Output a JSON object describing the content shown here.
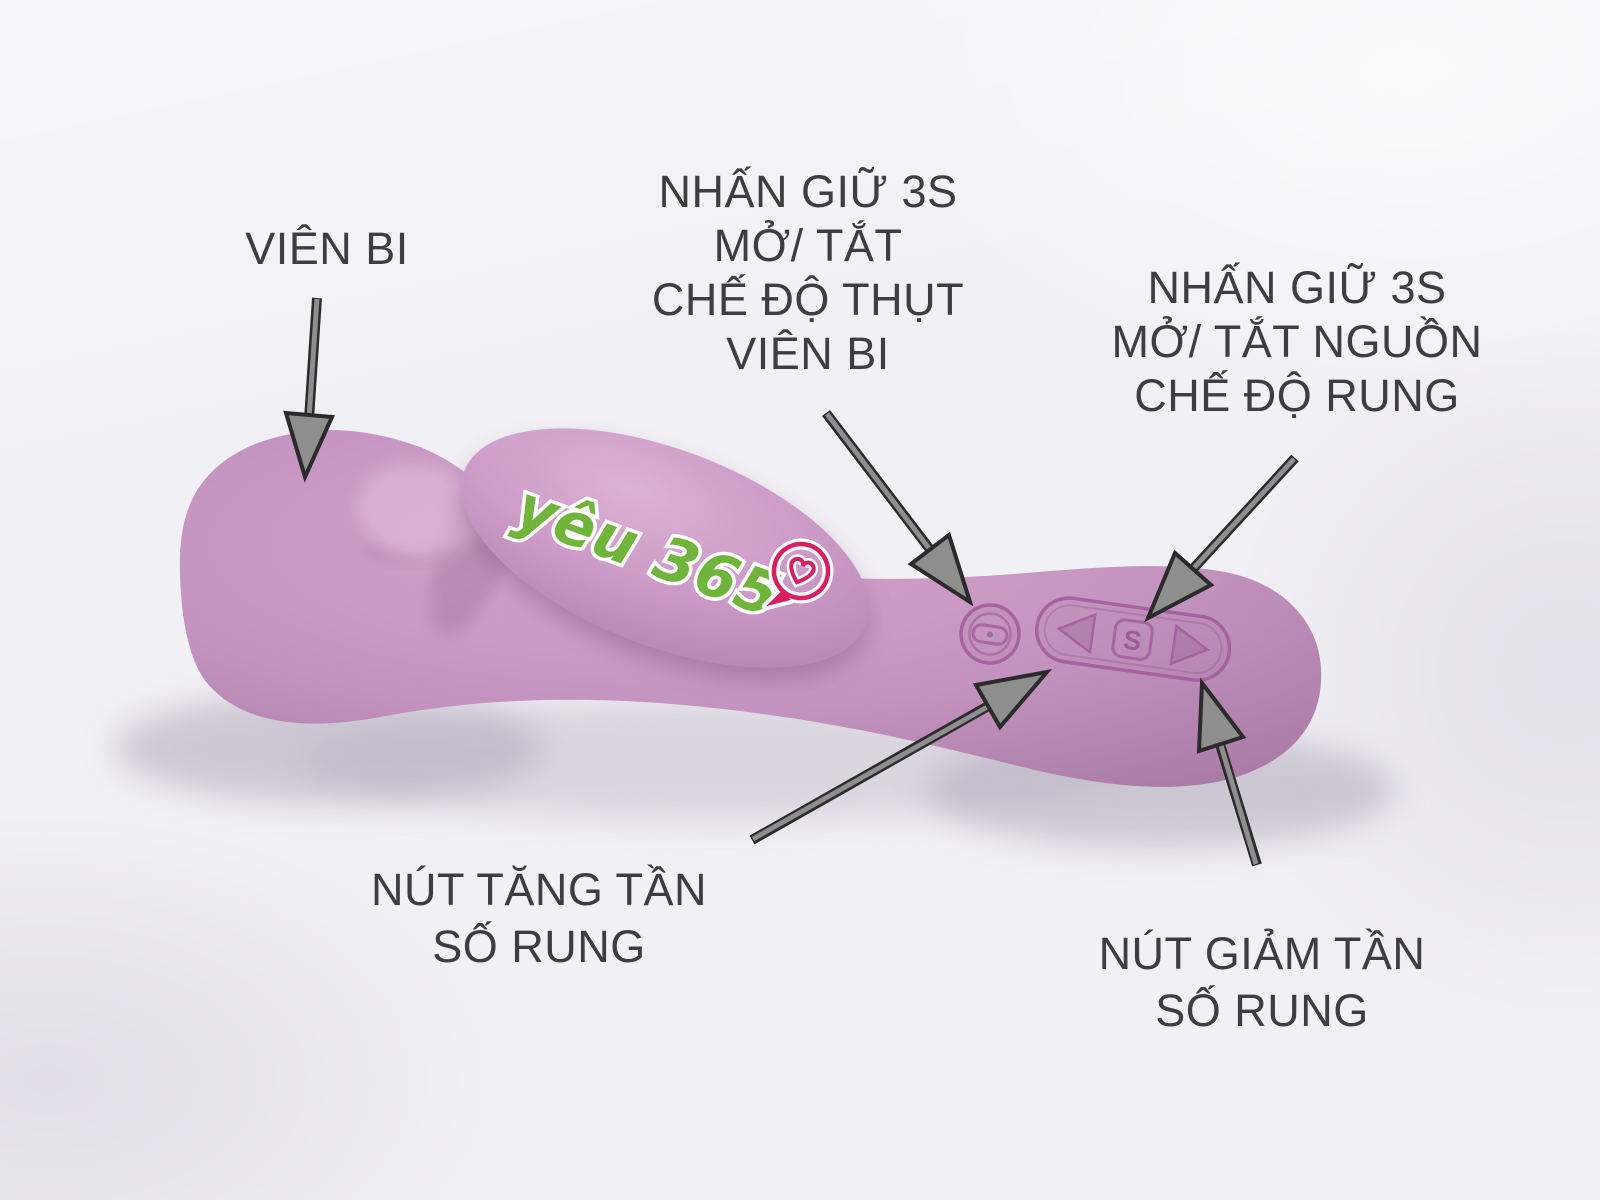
{
  "colors": {
    "background": "#f1f0f4",
    "label_text": "#3e3e3e",
    "arrow_fill": "#8e8e8e",
    "arrow_outline": "#2b2b2b",
    "device_body": "#c493bf",
    "device_shadow_tone": "#aa7ba6",
    "device_highlight": "#d8aad0",
    "engraving": "#a25f9d",
    "brand_green": "#71b43c",
    "heart_pink": "#d81f5f"
  },
  "device": {
    "brand_text": "yêu 365",
    "s_button_label": "S",
    "icons": {
      "thrust_button": "circle-pill-icon",
      "decrease": "triangle-left-icon",
      "increase": "triangle-right-icon",
      "brand": "heart-bubble-icon"
    }
  },
  "annotations": {
    "vien_bi": {
      "lines": [
        "VIÊN BI"
      ]
    },
    "thrust_toggle": {
      "lines": [
        "NHẤN GIỮ 3S",
        "MỞ/ TẮT",
        "CHẾ ĐỘ THỤT",
        "VIÊN BI"
      ]
    },
    "power_toggle": {
      "lines": [
        "NHẤN GIỮ 3S",
        "MỞ/ TẮT NGUỒN",
        "CHẾ ĐỘ RUNG"
      ]
    },
    "increase_freq": {
      "lines": [
        "NÚT TĂNG TẦN",
        "SỐ RUNG"
      ]
    },
    "decrease_freq": {
      "lines": [
        "NÚT GIẢM TẦN",
        "SỐ RUNG"
      ]
    }
  }
}
